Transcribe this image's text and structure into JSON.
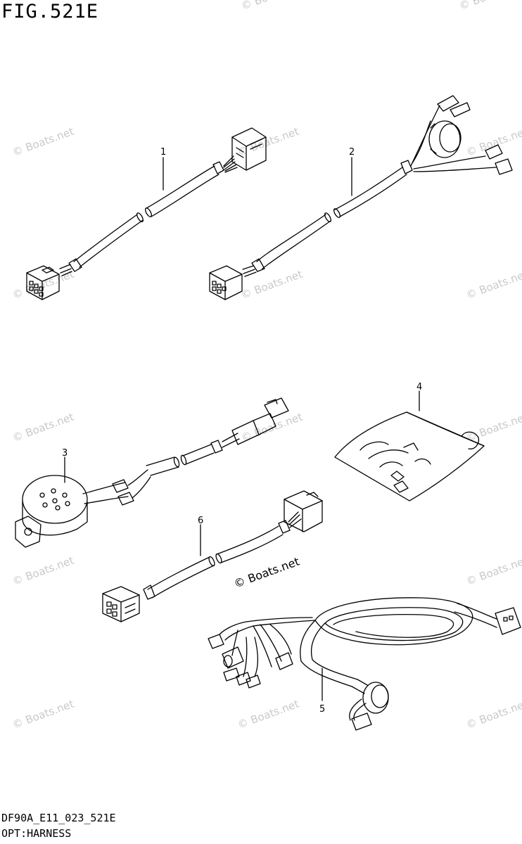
{
  "header": {
    "figure_title": "FIG.521E"
  },
  "footer": {
    "diagram_code": "DF90A_E11_023_521E",
    "category": "OPT:HARNESS"
  },
  "callouts": [
    "1",
    "2",
    "3",
    "4",
    "5",
    "6"
  ],
  "watermark": {
    "text": "© Boats.net",
    "color": "#c9c9c9"
  }
}
